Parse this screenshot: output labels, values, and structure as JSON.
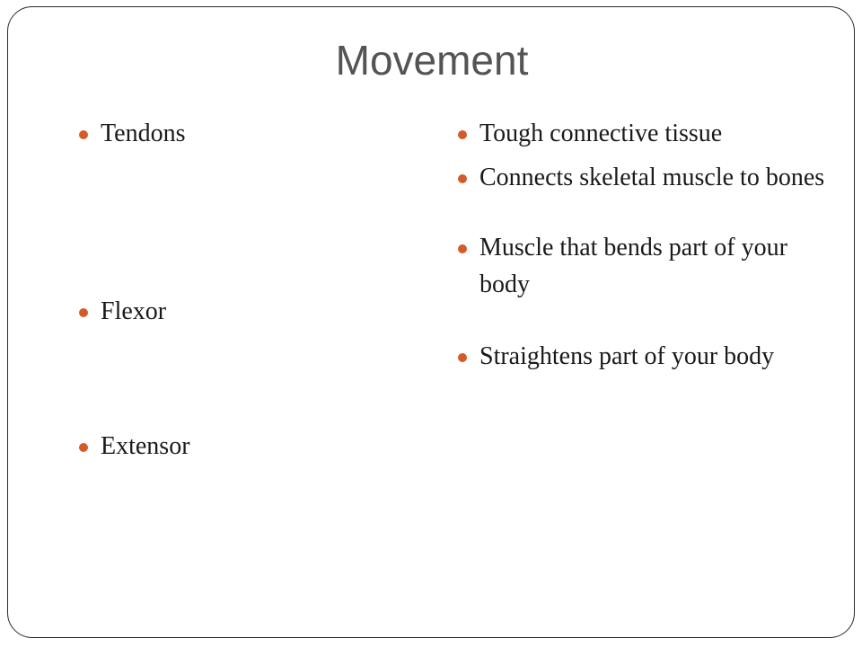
{
  "slide": {
    "title": "Movement",
    "terms": [
      "Tendons",
      "Flexor",
      "Extensor"
    ],
    "definitions": [
      "Tough connective tissue",
      "Connects skeletal muscle to bones",
      "Muscle that bends part of your body",
      "Straightens part of your body"
    ]
  },
  "colors": {
    "title": "#545454",
    "text": "#1a1a1a",
    "bullet": "#d55a2a",
    "border": "#2b2b2b"
  }
}
